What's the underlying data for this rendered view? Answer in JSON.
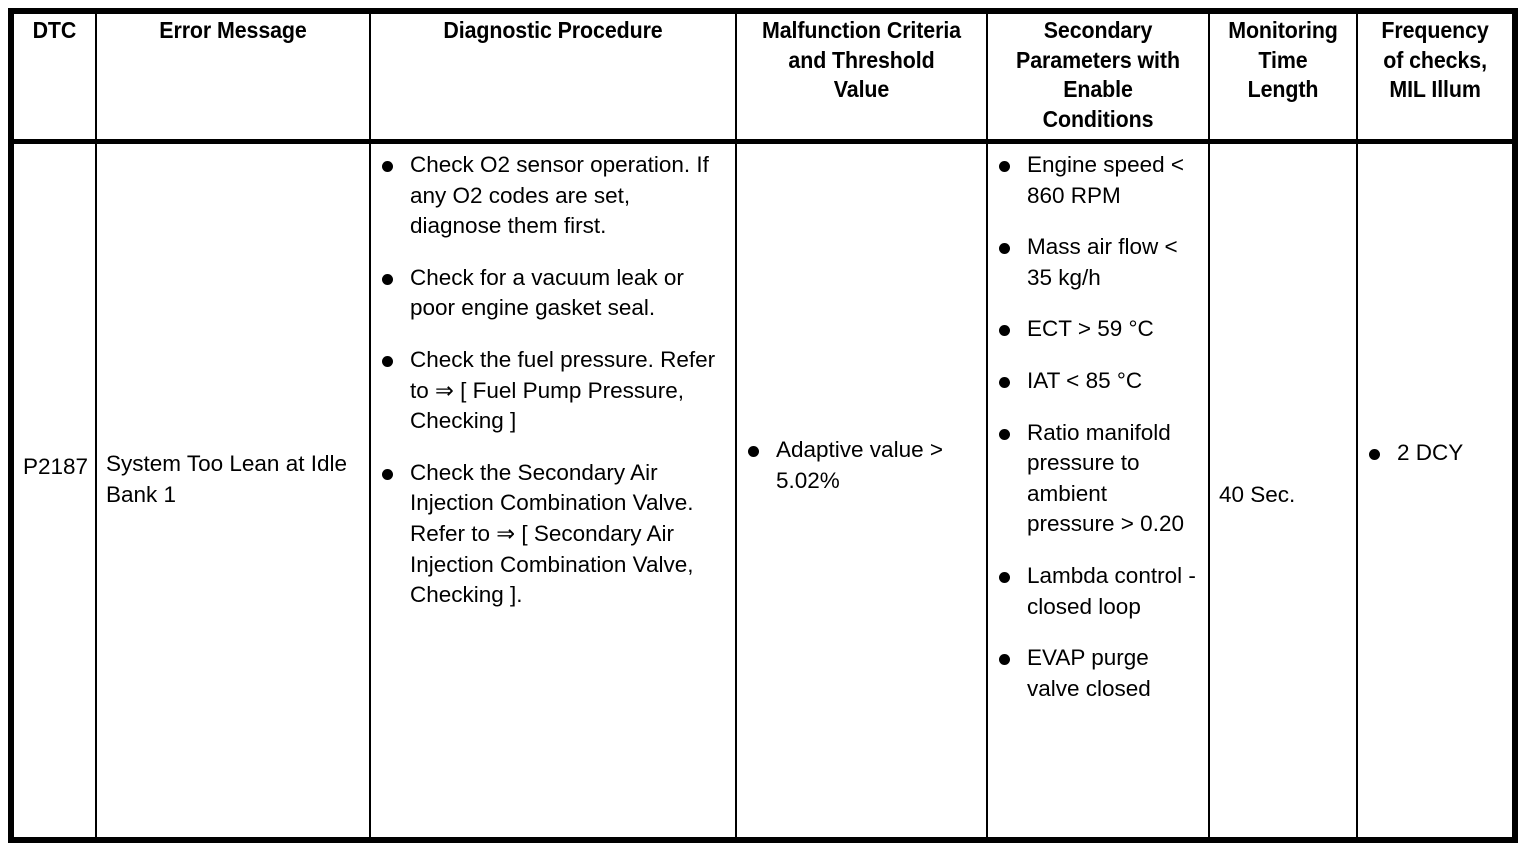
{
  "table": {
    "columns": [
      {
        "key": "dtc",
        "label": "DTC"
      },
      {
        "key": "err",
        "label": "Error Message"
      },
      {
        "key": "proc",
        "label": "Diagnostic Procedure"
      },
      {
        "key": "crit",
        "label": "Malfunction Criteria and Threshold Value"
      },
      {
        "key": "sec",
        "label": "Secondary Parameters with Enable Conditions"
      },
      {
        "key": "mon",
        "label": "Monitoring Time Length"
      },
      {
        "key": "freq",
        "label": "Frequency of checks, MIL Illum"
      }
    ],
    "header": {
      "dtc": "DTC",
      "error_message": "Error Message",
      "diagnostic_procedure": "Diagnostic Procedure",
      "malfunction_criteria_l1": "Malfunction Criteria",
      "malfunction_criteria_l2": "and Threshold",
      "malfunction_criteria_l3": "Value",
      "secondary_parameters_l1": "Secondary",
      "secondary_parameters_l2": "Parameters with",
      "secondary_parameters_l3": "Enable",
      "secondary_parameters_l4": "Conditions",
      "monitoring_time_l1": "Monitoring",
      "monitoring_time_l2": "Time",
      "monitoring_time_l3": "Length",
      "frequency_l1": "Frequency",
      "frequency_l2": "of checks,",
      "frequency_l3": "MIL Illum"
    },
    "row": {
      "dtc": "P2187",
      "error_message": "System Too Lean at Idle Bank 1",
      "diagnostic_procedure": [
        "Check O2 sensor operation. If any O2 codes are set, diagnose them first.",
        "Check for a vacuum leak or poor engine gasket seal.",
        "Check the fuel pressure. Refer to ⇒ [ Fuel Pump Pressure, Checking ]",
        "Check the Secondary Air Injection Combination Valve. Refer to ⇒ [ Secondary Air Injection Combination Valve, Checking ]."
      ],
      "malfunction_criteria": [
        "Adaptive value > 5.02%"
      ],
      "secondary_parameters": [
        "Engine speed < 860 RPM",
        "Mass air flow < 35 kg/h",
        "ECT > 59 °C",
        "IAT < 85 °C",
        "Ratio manifold pressure to ambient pressure > 0.20",
        "Lambda control - closed loop",
        "EVAP purge valve closed"
      ],
      "monitoring_time_length": "40 Sec.",
      "frequency_of_checks": [
        "2 DCY"
      ]
    }
  },
  "colors": {
    "border": "#000000",
    "background": "#ffffff",
    "text": "#000000"
  }
}
